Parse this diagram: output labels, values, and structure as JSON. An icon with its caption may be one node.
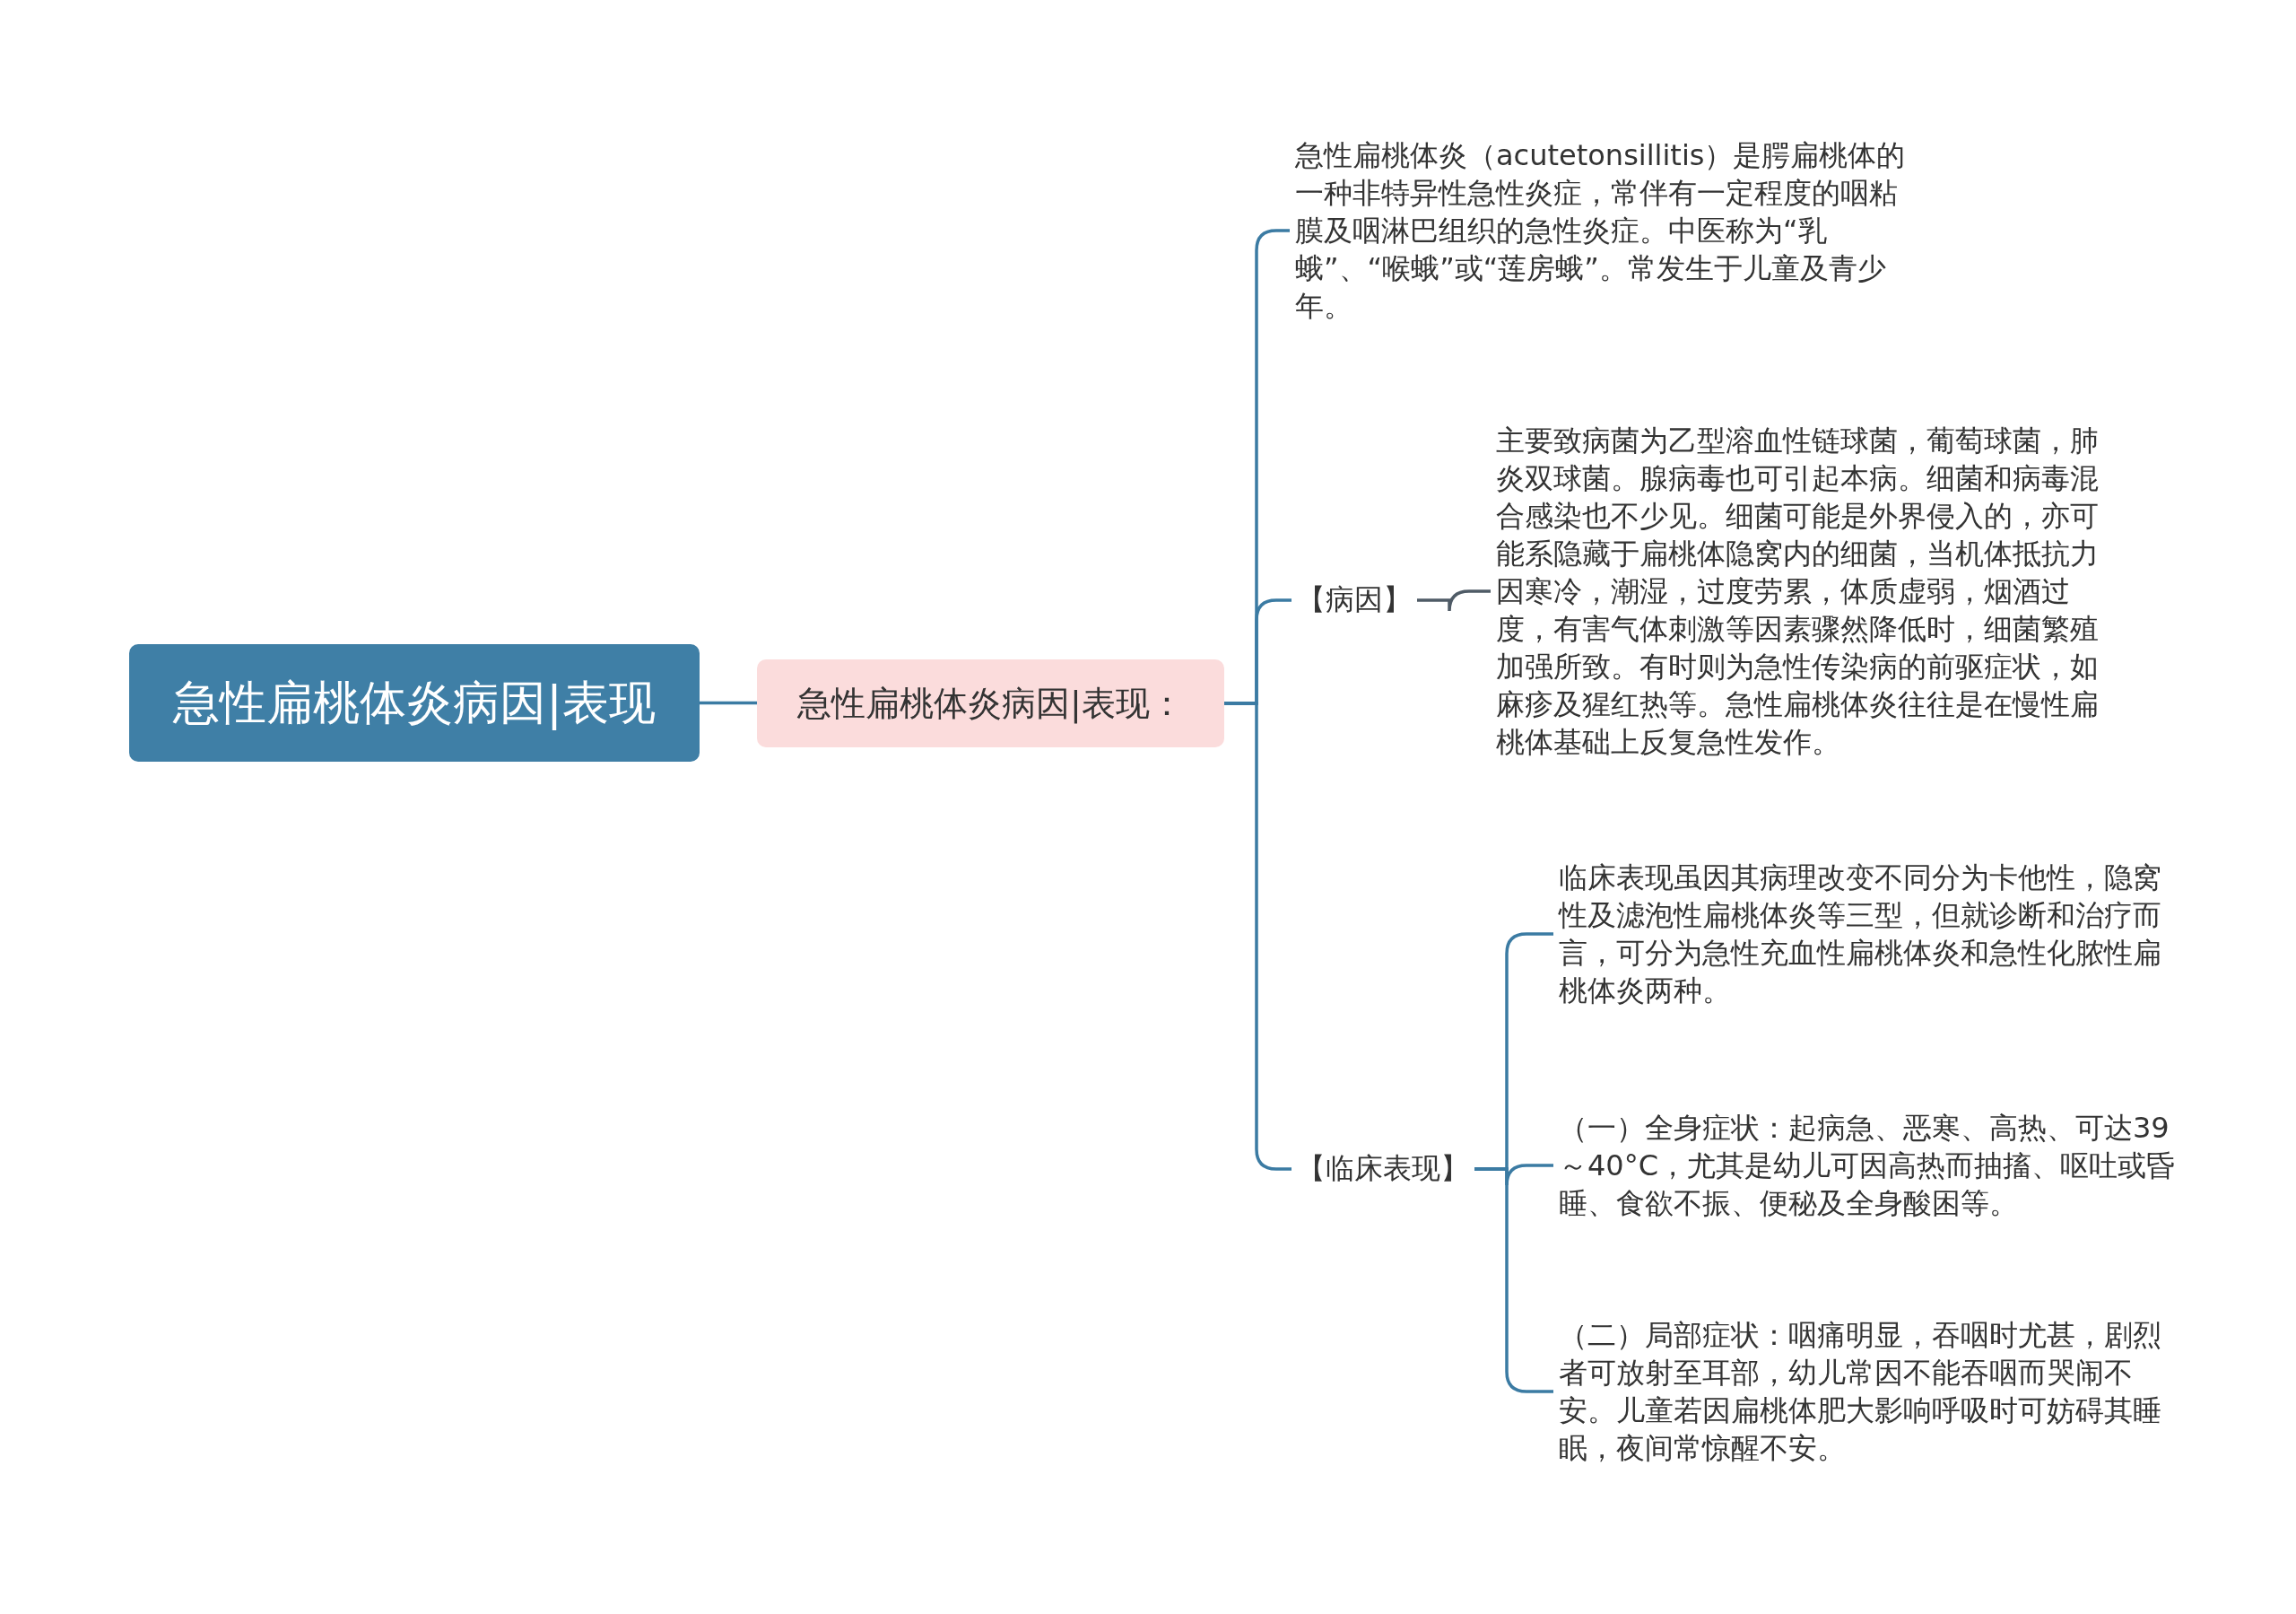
{
  "diagram": {
    "nodes": [
      {
        "text": [
          "急性扁桃体炎病因|表现"
        ]
      },
      {
        "text": [
          "急性扁桃体炎病因|表现："
        ]
      },
      {
        "text": [
          "急性扁桃体炎（acutetonsillitis）是腭扁桃体的一种非特异性急性炎症，常伴有一定程度的咽粘膜及咽淋巴组织的急性炎症。中医称为“乳蛾”、“喉蛾”或“莲房蛾”。常发生于儿童及青少年。"
        ]
      },
      {
        "text": [
          "【病因】"
        ]
      },
      {
        "text": [
          "主要致病菌为乙型溶血性链球菌，葡萄球菌，肺炎双球菌。腺病毒也可引起本病。细菌和病毒混合感染也不少见。细菌可能是外界侵入的，亦可能系隐藏于扁桃体隐窝内的细菌，当机体抵抗力因寒冷，潮湿，过度劳累，体质虚弱，烟酒过度，有害气体刺激等因素骤然降低时，细菌繁殖加强所致。有时则为急性传染病的前驱症状，如麻疹及猩红热等。急性扁桃体炎往往是在慢性扁桃体基础上反复急性发作。"
        ]
      },
      {
        "text": [
          "【临床表现】"
        ]
      },
      {
        "text": [
          "临床表现虽因其病理改变不同分为卡他性，隐窝性及滤泡性扁桃体炎等三型，但就诊断和治疗而言，可分为急性充血性扁桃体炎和急性化脓性扁桃体炎两种。"
        ]
      },
      {
        "text": [
          "（一）全身症状：起病急、恶寒、高热、可达39～40°C，尤其是幼儿可因高热而抽搐、呕吐或昏睡、食欲不振、便秘及全身酸困等。"
        ]
      },
      {
        "text": [
          "（二）局部症状：咽痛明显，吞咽时尤甚，剧烈者可放射至耳部，幼儿常因不能吞咽而哭闹不安。儿童若因扁桃体肥大影响呼吸时可妨碍其睡眠，夜间常惊醒不安。"
        ]
      }
    ],
    "edges": [
      {
        "from": 0,
        "to": 1,
        "arrow": "none"
      },
      {
        "from": 1,
        "to": 2,
        "arrow": "none"
      },
      {
        "from": 1,
        "to": 3,
        "arrow": "none"
      },
      {
        "from": 1,
        "to": 5,
        "arrow": "none"
      },
      {
        "from": 3,
        "to": 4,
        "arrow": "none",
        "color": "#4f5b66"
      },
      {
        "from": 5,
        "to": 6,
        "arrow": "none"
      },
      {
        "from": 5,
        "to": 7,
        "arrow": "none"
      },
      {
        "from": 5,
        "to": 8,
        "arrow": "none"
      }
    ]
  }
}
